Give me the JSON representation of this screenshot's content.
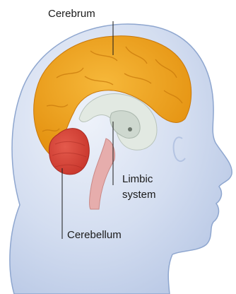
{
  "labels": {
    "cerebrum": "Cerebrum",
    "limbic_line1": "Limbic",
    "limbic_line2": "system",
    "cerebellum": "Cerebellum"
  },
  "colors": {
    "head_fill": "#c9d7ef",
    "head_outline": "#8ea6cf",
    "cerebrum": "#f0a21b",
    "cerebrum_dark": "#d4840a",
    "limbic": "#dfe6e0",
    "cerebellum": "#d8453a",
    "brainstem": "#e2a3a3",
    "leader_line": "#1a1a1a"
  }
}
